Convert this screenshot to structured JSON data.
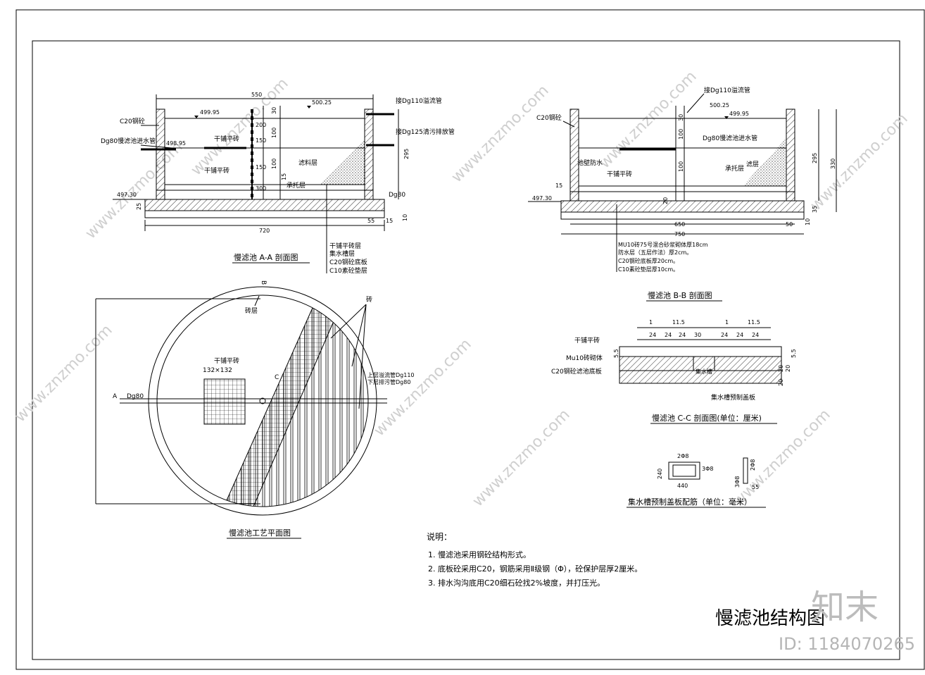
{
  "drawing_title": "慢滤池结构图",
  "watermark_brand": "知末",
  "watermark_id": "ID: 1184070265",
  "watermark_url": "www.znzmo.com",
  "section_aa": {
    "title": "慢滤池 A-A 剖面图",
    "labels": {
      "c20": "C20钢砼",
      "inlet": "Dg80慢滤池进水管",
      "overflow": "接Dg110溢流管",
      "drain": "接Dg125清污排放管",
      "brick1": "干铺平砖",
      "brick2": "干铺平砖",
      "filter": "滤料层",
      "support": "承托层",
      "dg80": "Dg80",
      "top_dim": "550",
      "bottom_dim": "720",
      "el_top": "500.25",
      "el_water": "499.95",
      "el_inlet": "498.95",
      "el_bottom": "497.30",
      "h295": "295",
      "d200": "200",
      "d150": "150",
      "d300": "300",
      "d30": "30",
      "d100a": "100",
      "d100b": "100",
      "d15": "15",
      "d25": "25",
      "d10": "10",
      "d55": "55",
      "d15b": "15"
    },
    "legend": [
      "干铺平砖层",
      "集水槽层",
      "C20钢砼底板",
      "C10素砼垫层"
    ]
  },
  "section_bb": {
    "title": "慢滤池 B-B 剖面图",
    "labels": {
      "overflow": "接Dg110溢流管",
      "c20": "C20钢砼",
      "inlet": "Dg80慢滤池进水管",
      "waterproof": "池壁防水",
      "brick": "干铺平砖",
      "filter": "滤层",
      "support": "承托层",
      "el_top": "500.25",
      "el_water": "499.95",
      "el_bottom": "497.30",
      "d15": "15",
      "d650": "650",
      "d750": "750",
      "d295": "295",
      "d330": "330",
      "d35": "35",
      "d50": "50",
      "d10": "10",
      "d30": "30",
      "d100a": "100",
      "d100b": "100",
      "d20": "20"
    },
    "legend": [
      "MU10砖75号混合砂浆砌体厚18cm",
      "防水层（五层作法）厚2cm。",
      "C20钢砼底板厚20cm。",
      "C10素砼垫层厚10cm。"
    ]
  },
  "plan": {
    "title": "慢滤池工艺平面图",
    "labels": {
      "b": "B",
      "a_left": "A",
      "dg80": "Dg80",
      "brick_layer": "砖层",
      "brick": "砖",
      "dry_brick": "干铺平砖",
      "dry_brick_size": "132×132",
      "overflow": "上层溢流管Dg110",
      "drain": "下层排污管Dg80",
      "c": "C"
    }
  },
  "section_cc": {
    "title": "慢滤池 C-C 剖面图(单位：厘米)",
    "labels": {
      "dry_brick": "干铺平砖",
      "mu10": "Mu10砖砌体",
      "c20": "C20钢砼滤池底板",
      "cover": "集水槽预制盖板",
      "trench": "集水槽",
      "top_dims": [
        "1",
        "11.5",
        "1",
        "11.5"
      ],
      "mid_dims": [
        "24",
        "24",
        "24",
        "30",
        "24",
        "24",
        "24"
      ],
      "d55a": "5.5",
      "d55b": "5.5",
      "d20a": "20",
      "d20b": "20",
      "d20c": "20"
    }
  },
  "rebar": {
    "title": "集水槽预制盖板配筋（单位：毫米）",
    "labels": {
      "top": "2Φ8",
      "right": "3Φ8",
      "width": "440",
      "height": "240",
      "side": "2Φ8",
      "side2": "3Φ8",
      "d55": "55"
    }
  },
  "notes": {
    "heading": "说明：",
    "items": [
      "1. 慢滤池采用钢砼结构形式。",
      "2. 底板砼采用C20，钢筋采用Ⅱ级钢（Φ），砼保护层厚2厘米。",
      "3. 排水沟沟底用C20细石砼找2%坡度，并打压光。"
    ]
  }
}
